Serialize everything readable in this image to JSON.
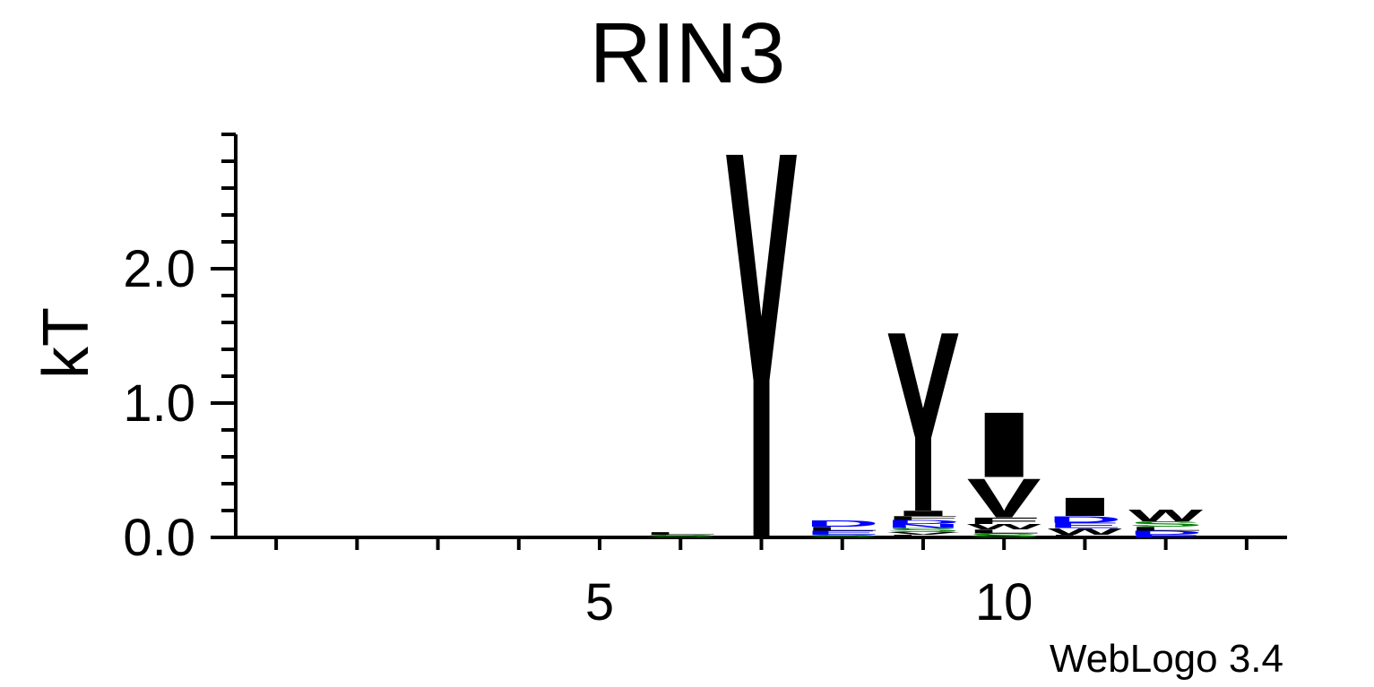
{
  "chart_data": {
    "type": "sequence-logo",
    "title": "RIN3",
    "ylabel": "kT",
    "xlabel": "",
    "ylim": [
      0,
      3.0
    ],
    "xlim": [
      0.5,
      13.5
    ],
    "y_ticks": [
      {
        "value": 0.0,
        "label": "0.0"
      },
      {
        "value": 1.0,
        "label": "1.0"
      },
      {
        "value": 2.0,
        "label": "2.0"
      }
    ],
    "y_minor_step": 0.2,
    "x_ticks": [
      {
        "value": 5,
        "label": "5"
      },
      {
        "value": 10,
        "label": "10"
      }
    ],
    "credit": "WebLogo 3.4",
    "colors": {
      "Y": "#000000",
      "I": "#000000",
      "V": "#000000",
      "W": "#000000",
      "L": "#000000",
      "F": "#000000",
      "M": "#000000",
      "P": "#000000",
      "A": "#000000",
      "G": "#000000",
      "D": "#0000ff",
      "E": "#0000ff",
      "N": "#0000ff",
      "Q": "#0000ff",
      "K": "#0000ff",
      "R": "#0000ff",
      "H": "#0000ff",
      "S": "#008000",
      "T": "#008000",
      "C": "#008000"
    },
    "positions": [
      {
        "pos": 6,
        "letters": [
          {
            "l": "S",
            "h": 0.02
          },
          {
            "l": "L",
            "h": 0.02
          }
        ]
      },
      {
        "pos": 7,
        "letters": [
          {
            "l": "Y",
            "h": 2.98
          }
        ]
      },
      {
        "pos": 8,
        "letters": [
          {
            "l": "S",
            "h": 0.02
          },
          {
            "l": "E",
            "h": 0.03
          },
          {
            "l": "L",
            "h": 0.03
          },
          {
            "l": "D",
            "h": 0.05
          }
        ]
      },
      {
        "pos": 9,
        "letters": [
          {
            "l": "L",
            "h": 0.02
          },
          {
            "l": "V",
            "h": 0.02
          },
          {
            "l": "S",
            "h": 0.03
          },
          {
            "l": "N",
            "h": 0.03
          },
          {
            "l": "D",
            "h": 0.03
          },
          {
            "l": "F",
            "h": 0.03
          },
          {
            "l": "I",
            "h": 0.04
          },
          {
            "l": "Y",
            "h": 1.38
          }
        ]
      },
      {
        "pos": 10,
        "letters": [
          {
            "l": "S",
            "h": 0.03
          },
          {
            "l": "L",
            "h": 0.03
          },
          {
            "l": "W",
            "h": 0.04
          },
          {
            "l": "F",
            "h": 0.05
          },
          {
            "l": "V",
            "h": 0.3
          },
          {
            "l": "I",
            "h": 0.5
          }
        ]
      },
      {
        "pos": 11,
        "letters": [
          {
            "l": "L",
            "h": 0.02
          },
          {
            "l": "W",
            "h": 0.05
          },
          {
            "l": "E",
            "h": 0.04
          },
          {
            "l": "D",
            "h": 0.05
          },
          {
            "l": "I",
            "h": 0.14
          }
        ]
      },
      {
        "pos": 12,
        "letters": [
          {
            "l": "E",
            "h": 0.02
          },
          {
            "l": "D",
            "h": 0.03
          },
          {
            "l": "L",
            "h": 0.03
          },
          {
            "l": "S",
            "h": 0.04
          },
          {
            "l": "W",
            "h": 0.09
          }
        ]
      }
    ]
  }
}
